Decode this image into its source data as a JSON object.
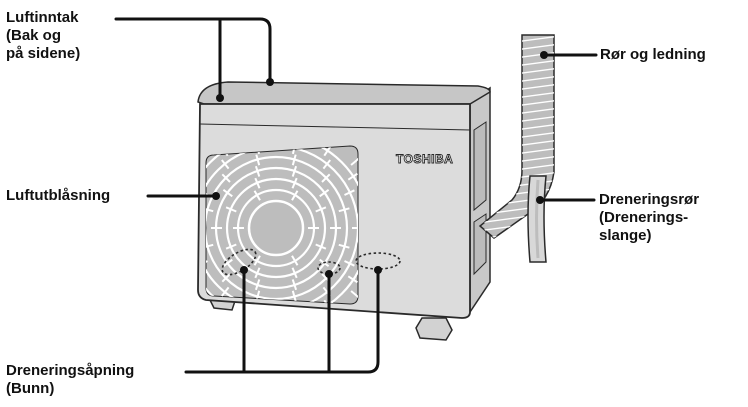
{
  "brand": "TOSHIBA",
  "labels": {
    "air_intake": [
      "Luftinntak",
      "(Bak og",
      "på sidene)"
    ],
    "air_outlet": [
      "Luftutblåsning"
    ],
    "pipe_and_cable": [
      "Rør og ledning"
    ],
    "drain_pipe": [
      "Dreneringsrør",
      "(Drenerings-",
      "slange)"
    ],
    "drain_opening": [
      "Dreneringsåpning",
      "(Bunn)"
    ]
  },
  "colors": {
    "unit_body": "#dcdcdc",
    "unit_top": "#c4c4c4",
    "fan_grille": "#bdbdbd",
    "outline": "#2a2a2a",
    "leader_line": "#111111"
  }
}
